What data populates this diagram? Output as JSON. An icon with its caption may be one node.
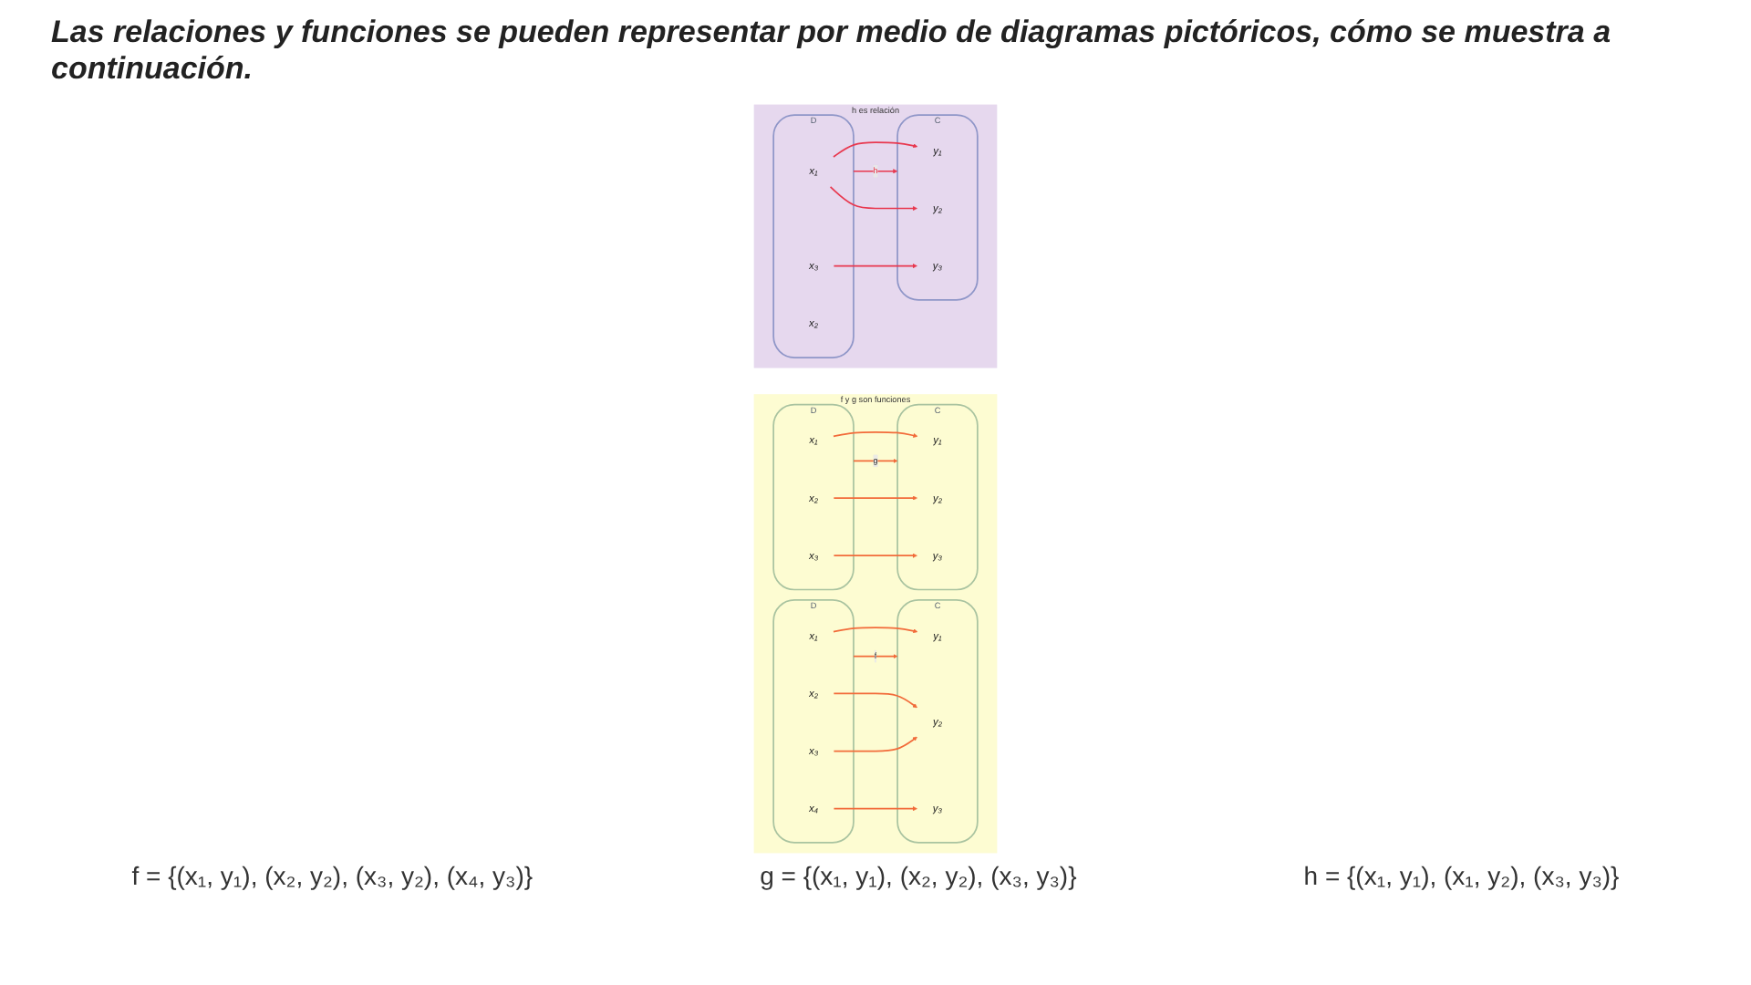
{
  "diagram": {
    "title": "Las relaciones y funciones se pueden representar por medio de diagramas pictóricos, cómo se muestra a continuación.",
    "nodes": [
      {
        "text": [
          "f y g son funciones"
        ]
      },
      {
        "text": [
          "D"
        ],
        "in": 0
      },
      {
        "text": [
          "x₁"
        ],
        "in": 1
      },
      {
        "text": [
          "x₂"
        ],
        "in": 1
      },
      {
        "text": [
          "x₃"
        ],
        "in": 1
      },
      {
        "text": [
          "x₄"
        ],
        "in": 1
      },
      {
        "text": [
          "C"
        ],
        "in": 0
      },
      {
        "text": [
          "y₁"
        ],
        "in": 6
      },
      {
        "text": [
          "y₂"
        ],
        "in": 6
      },
      {
        "text": [
          "y₃"
        ],
        "in": 6
      },
      {
        "text": [
          "D"
        ],
        "in": 0
      },
      {
        "text": [
          "x₁"
        ],
        "in": 10
      },
      {
        "text": [
          "x₂"
        ],
        "in": 10
      },
      {
        "text": [
          "x₃"
        ],
        "in": 10
      },
      {
        "text": [
          "C"
        ],
        "in": 0
      },
      {
        "text": [
          "y₁"
        ],
        "in": 14
      },
      {
        "text": [
          "y₂"
        ],
        "in": 14
      },
      {
        "text": [
          "y₃"
        ],
        "in": 14
      },
      {
        "text": [
          "h es relación"
        ]
      },
      {
        "text": [
          "D"
        ],
        "in": 18
      },
      {
        "text": [
          "x₁"
        ],
        "in": 19
      },
      {
        "text": [
          "x₂"
        ],
        "in": 19
      },
      {
        "text": [
          "x₃"
        ],
        "in": 19
      },
      {
        "text": [
          "C"
        ],
        "in": 18
      },
      {
        "text": [
          "y₁"
        ],
        "in": 23
      },
      {
        "text": [
          "y₂"
        ],
        "in": 23
      },
      {
        "text": [
          "y₃"
        ],
        "in": 23
      }
    ],
    "edges": [
      {
        "from": 1,
        "to": 6,
        "arrow": "to",
        "label": "f"
      },
      {
        "from": 2,
        "to": 7,
        "arrow": "to"
      },
      {
        "from": 3,
        "to": 8,
        "arrow": "to"
      },
      {
        "from": 4,
        "to": 8,
        "arrow": "to"
      },
      {
        "from": 5,
        "to": 9,
        "arrow": "to"
      },
      {
        "from": 10,
        "to": 14,
        "arrow": "to",
        "label": "g"
      },
      {
        "from": 11,
        "to": 15,
        "arrow": "to"
      },
      {
        "from": 12,
        "to": 16,
        "arrow": "to"
      },
      {
        "from": 13,
        "to": 17,
        "arrow": "to"
      },
      {
        "from": 19,
        "to": 23,
        "arrow": "to",
        "label": "h",
        "color": "#e8384f"
      },
      {
        "from": 20,
        "to": 24,
        "arrow": "to",
        "color": "#e8384f"
      },
      {
        "from": 20,
        "to": 25,
        "arrow": "to",
        "color": "#e8384f"
      },
      {
        "from": 22,
        "to": 26,
        "arrow": "to",
        "color": "#e8384f"
      }
    ],
    "labels": [
      "f = {(x₁, y₁), (x₂, y₂), (x₃, y₂), (x₄, y₃)}",
      "g = {(x₁, y₁), (x₂, y₂), (x₃, y₃)}",
      "h = {(x₁, y₁), (x₁, y₂), (x₃, y₃)}"
    ]
  }
}
